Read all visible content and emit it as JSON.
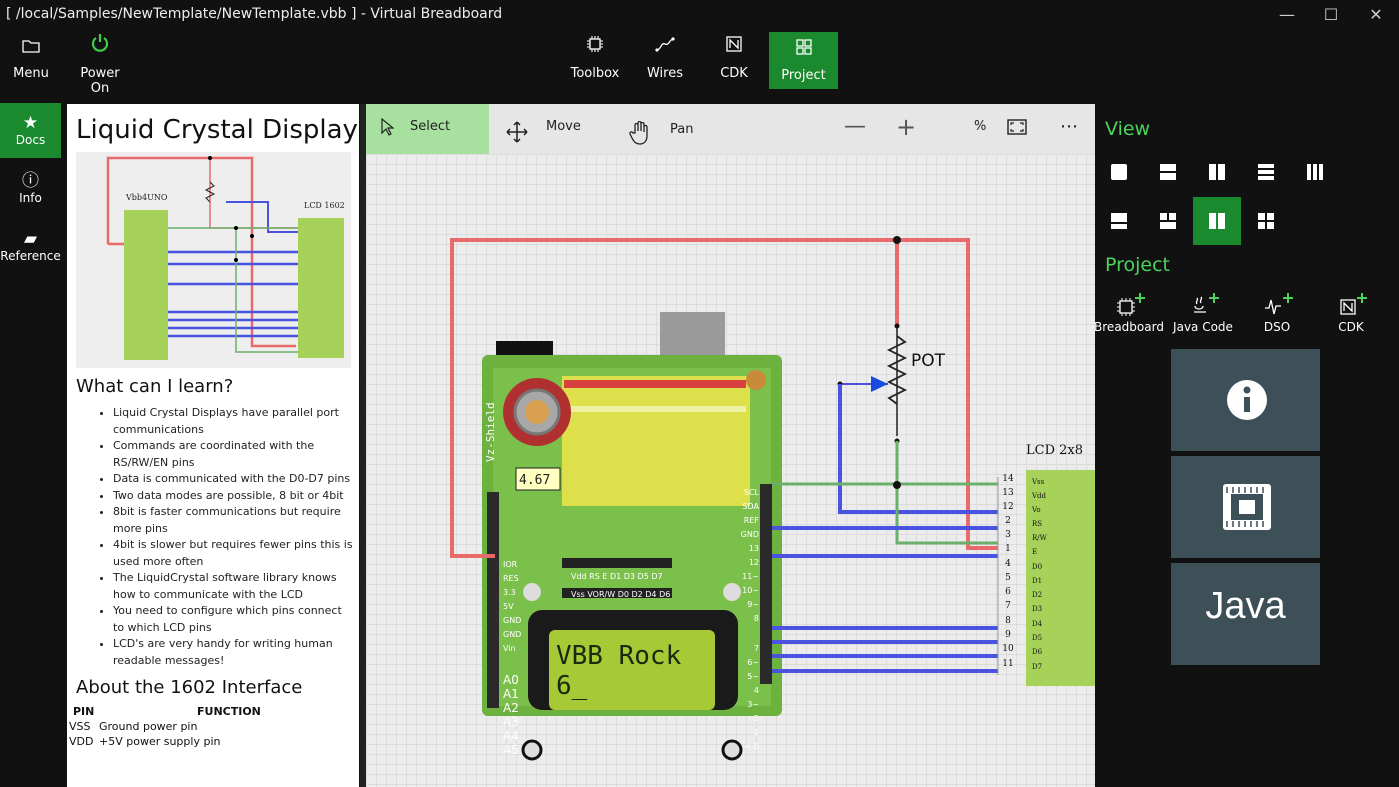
{
  "window": {
    "title": "[ /local/Samples/NewTemplate/NewTemplate.vbb ] - Virtual Breadboard"
  },
  "toolbar": {
    "menu": "Menu",
    "power": "Power On",
    "toolbox": "Toolbox",
    "wires": "Wires",
    "cdk": "CDK",
    "project": "Project"
  },
  "leftnav": {
    "docs": "Docs",
    "info": "Info",
    "reference": "Reference"
  },
  "docs": {
    "title": "Liquid Crystal Display",
    "learn_heading": "What can I learn?",
    "learn_items": [
      "Liquid Crystal Displays have parallel port communications",
      "Commands are coordinated with the RS/RW/EN pins",
      "Data is communicated with the D0-D7 pins",
      "Two data modes are possible, 8 bit or 4bit",
      "8bit is faster communications but require more pins",
      "4bit is slower but requires fewer pins this is used more often",
      "The LiquidCrystal software library knows how to communicate with the LCD",
      "You need to configure which pins connect to which LCD pins",
      "LCD's are very handy for writing human readable messages!"
    ],
    "interface_heading": "About the 1602 Interface",
    "pin_header": "PIN",
    "function_header": "FUNCTION",
    "pins": [
      {
        "pin": "VSS",
        "function": "Ground power pin"
      },
      {
        "pin": "VDD",
        "function": "+5V power supply pin"
      }
    ],
    "schematic": {
      "board_label": "Vbb4UNO",
      "lcd_label": "LCD 1602"
    }
  },
  "canvas": {
    "select": "Select",
    "move": "Move",
    "pan": "Pan",
    "zoom_percent": "%",
    "pot_label": "POT",
    "lcd_title": "LCD 2x8",
    "lcd_line1": "VBB Rock",
    "lcd_line2": "6_",
    "pot_value": "4.67",
    "shield_label": "Vz-Shield",
    "lcd_pins": [
      {
        "num": "14",
        "name": "Vss"
      },
      {
        "num": "13",
        "name": "Vdd"
      },
      {
        "num": "12",
        "name": "Vo"
      },
      {
        "num": "2",
        "name": "RS"
      },
      {
        "num": "3",
        "name": "R/W"
      },
      {
        "num": "1",
        "name": "E"
      },
      {
        "num": "4",
        "name": "D0"
      },
      {
        "num": "5",
        "name": "D1"
      },
      {
        "num": "6",
        "name": "D2"
      },
      {
        "num": "7",
        "name": "D3"
      },
      {
        "num": "8",
        "name": "D4"
      },
      {
        "num": "9",
        "name": "D5"
      },
      {
        "num": "10",
        "name": "D6"
      },
      {
        "num": "11",
        "name": "D7"
      }
    ],
    "header_left": [
      "IOR",
      "RES",
      "3.3",
      "5V",
      "GND",
      "GND",
      "Vin",
      "A0",
      "A1",
      "A2",
      "A3",
      "A4",
      "A5"
    ],
    "header_right": [
      "SCL",
      "SDA",
      "REF",
      "GND",
      "13",
      "12",
      "11~",
      "10~",
      "9~",
      "8",
      "7",
      "6~",
      "5~",
      "4",
      "3~",
      "2",
      "1",
      "<-0"
    ],
    "lcd_header_top": "Vdd RS E D1 D3 D5 D7",
    "lcd_header_bottom": "Vss VOR/W D0 D2 D4 D6"
  },
  "rightpanel": {
    "view_heading": "View",
    "project_heading": "Project",
    "project_buttons": [
      "Breadboard",
      "Java Code",
      "DSO",
      "CDK"
    ],
    "java_tile": "Java"
  },
  "colors": {
    "accent_green": "#1b8a2e",
    "heading_green": "#4cd35c",
    "tile": "#3d4f57",
    "wire_red": "#e96a6a",
    "wire_blue": "#4a52e0",
    "wire_green": "#6ab06a"
  }
}
